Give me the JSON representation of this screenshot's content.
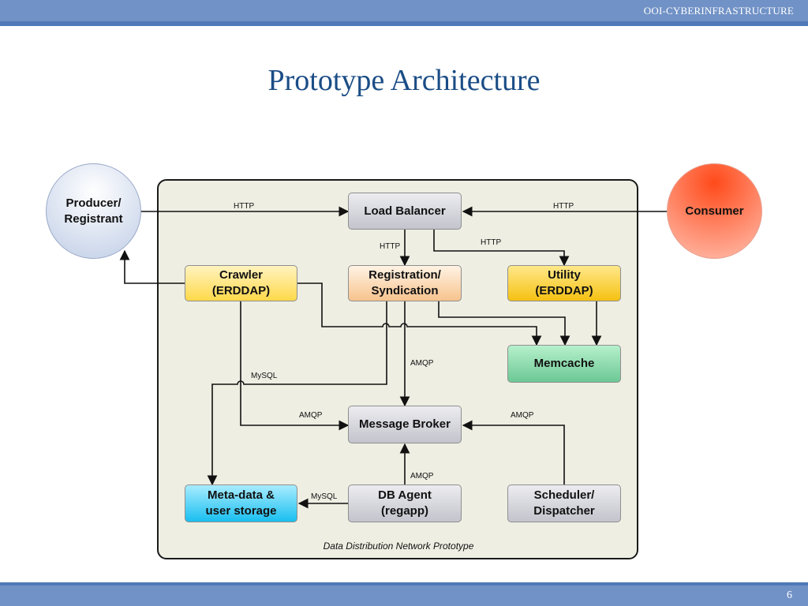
{
  "header": {
    "brand": "OOI-CYBERINFRASTRUCTURE"
  },
  "title": "Prototype Architecture",
  "footer": {
    "page_number": "6"
  },
  "diagram": {
    "caption": "Data Distribution Network Prototype",
    "actors": {
      "producer": "Producer/\nRegistrant",
      "consumer": "Consumer"
    },
    "nodes": {
      "load_balancer": "Load Balancer",
      "crawler": "Crawler\n(ERDDAP)",
      "registration": "Registration/\nSyndication",
      "utility": "Utility\n(ERDDAP)",
      "memcache": "Memcache",
      "message_broker": "Message Broker",
      "metadata_storage": "Meta-data &\nuser storage",
      "db_agent": "DB Agent\n(regapp)",
      "scheduler": "Scheduler/\nDispatcher"
    },
    "edge_labels": {
      "producer_to_lb": "HTTP",
      "consumer_to_lb": "HTTP",
      "lb_to_registration": "HTTP",
      "lb_to_utility": "HTTP",
      "registration_to_broker": "AMQP",
      "crawler_to_storage": "MySQL",
      "crawler_to_broker": "AMQP",
      "scheduler_to_broker": "AMQP",
      "dbagent_to_broker": "AMQP",
      "dbagent_to_storage": "MySQL"
    }
  }
}
